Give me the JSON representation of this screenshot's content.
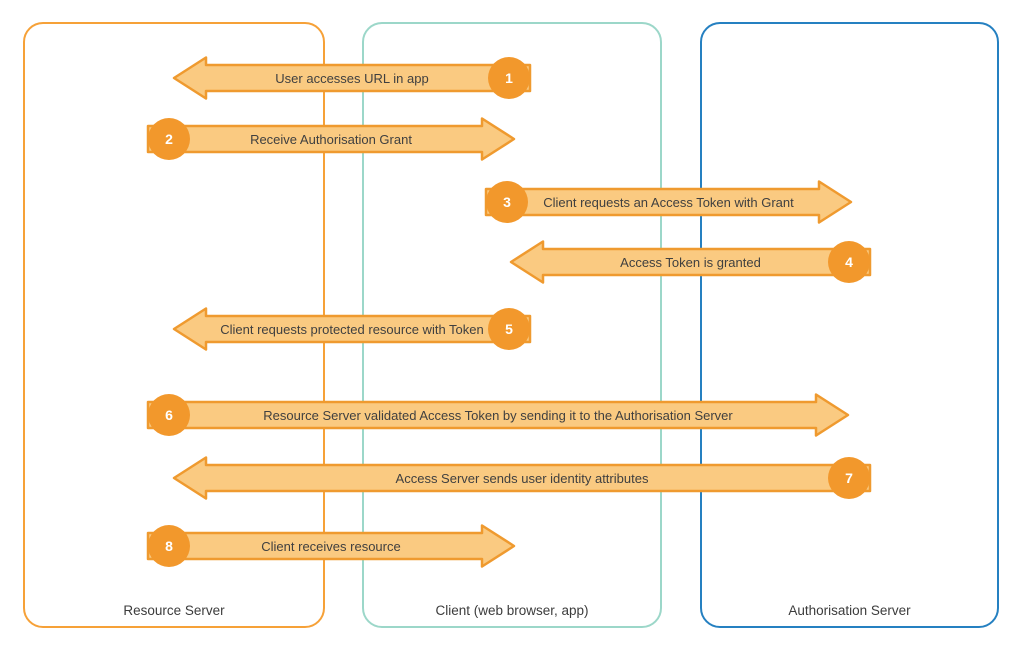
{
  "diagram": {
    "type": "sequence-flow",
    "lanes": [
      {
        "label": "Resource Server",
        "border_color": "#F6A138"
      },
      {
        "label": "Client (web browser, app)",
        "border_color": "#9CD7C9"
      },
      {
        "label": "Authorisation Server",
        "border_color": "#2580C1"
      }
    ],
    "arrows": [
      {
        "number": "1",
        "label": "User accesses URL in app",
        "direction": "left"
      },
      {
        "number": "2",
        "label": "Receive Authorisation Grant",
        "direction": "right"
      },
      {
        "number": "3",
        "label": "Client requests an Access Token with Grant",
        "direction": "right"
      },
      {
        "number": "4",
        "label": "Access Token is granted",
        "direction": "left"
      },
      {
        "number": "5",
        "label": "Client requests protected resource with Token",
        "direction": "left"
      },
      {
        "number": "6",
        "label": "Resource Server validated Access Token by sending it to the Authorisation Server",
        "direction": "right"
      },
      {
        "number": "7",
        "label": "Access Server sends user identity attributes",
        "direction": "left"
      },
      {
        "number": "8",
        "label": "Client receives resource",
        "direction": "right"
      }
    ],
    "colors": {
      "arrow_fill": "#FACA81",
      "arrow_stroke": "#EF9A2F",
      "circle_fill": "#F2982C",
      "lane_orange": "#F6A138",
      "lane_teal": "#9CD7C9",
      "lane_blue": "#2580C1",
      "label_text": "#404040"
    }
  }
}
